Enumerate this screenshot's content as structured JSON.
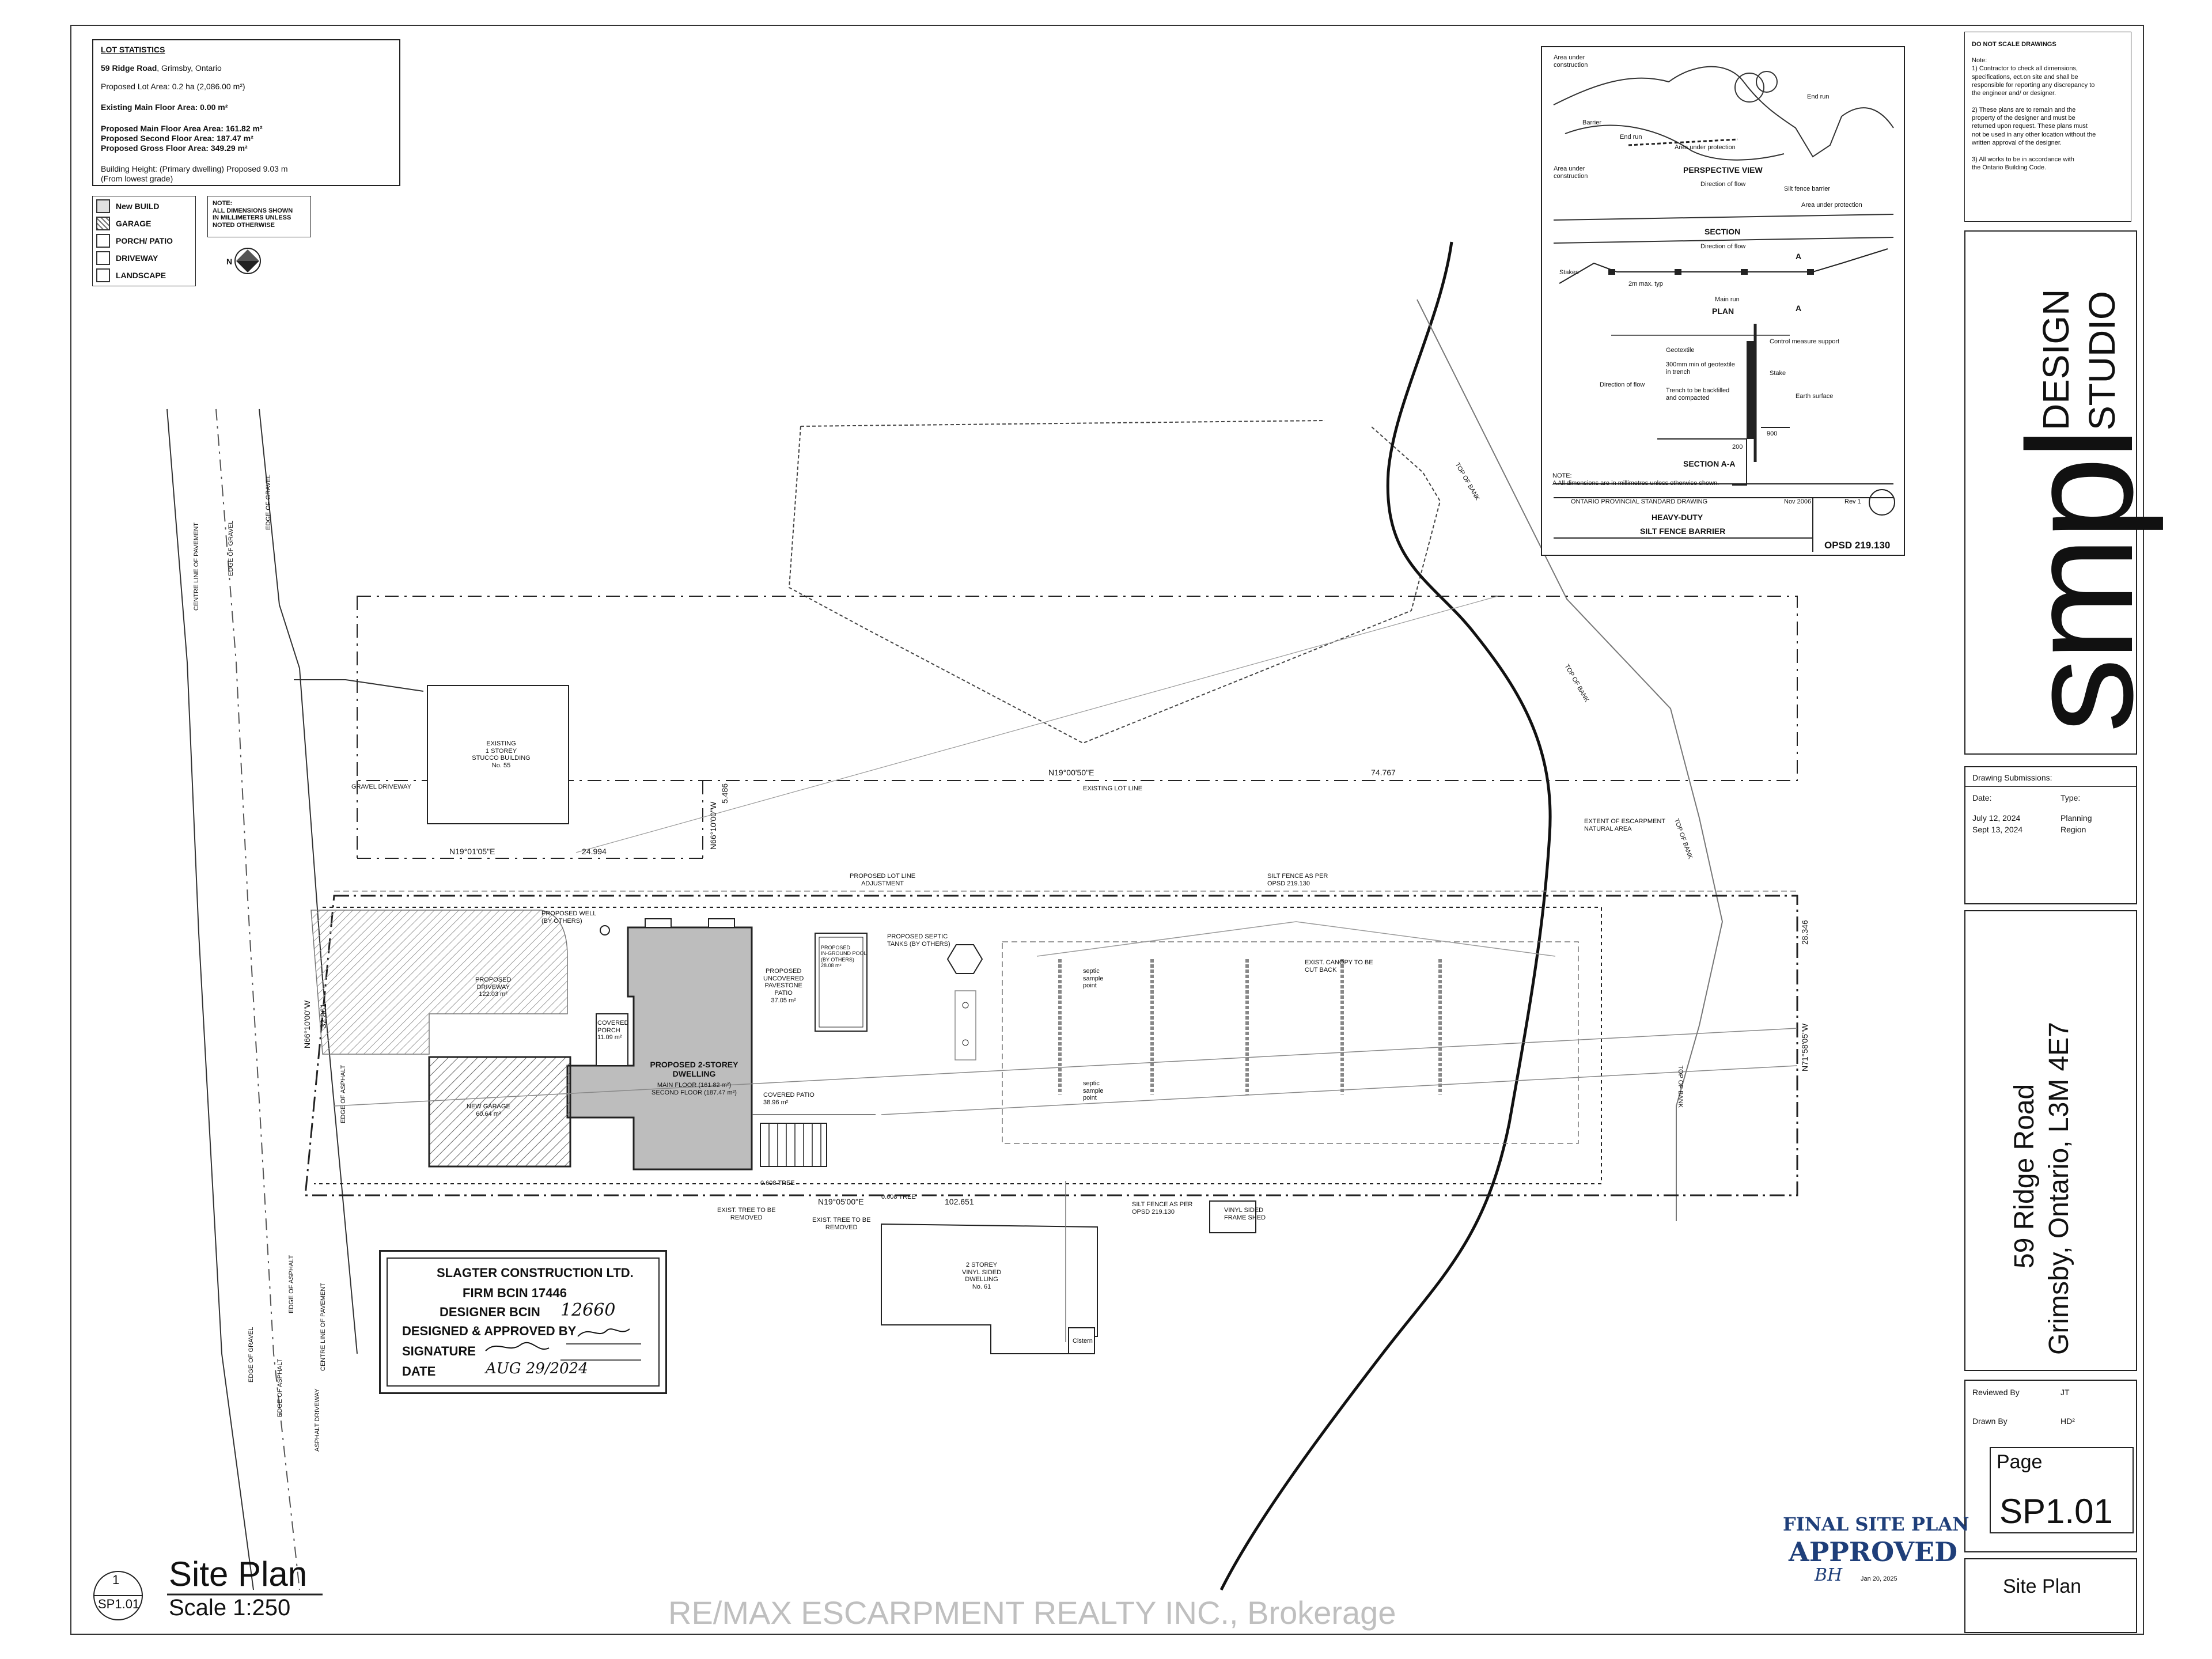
{
  "lot_stats": {
    "title": "LOT STATISTICS",
    "address_bold": "59 Ridge Road",
    "address_rest": ", Grimsby, Ontario",
    "lot_area": "Proposed Lot Area: 0.2 ha (2,086.00 m²)",
    "existing_main": "Existing Main Floor Area: 0.00 m²",
    "proposed_main": "Proposed Main Floor Area Area: 161.82 m²",
    "proposed_second": "Proposed Second Floor Area: 187.47 m²",
    "proposed_gross": "Proposed Gross Floor Area: 349.29 m²",
    "building_height": "Building Height: (Primary dwelling) Proposed 9.03 m",
    "from_grade": "(From lowest grade)"
  },
  "legend": {
    "items": [
      "New BUILD",
      "GARAGE",
      "PORCH/ PATIO",
      "DRIVEWAY",
      "LANDSCAPE"
    ],
    "note": "NOTE:\nALL DIMENSIONS SHOWN\nIN MILLIMETERS UNLESS\nNOTED OTHERWISE",
    "north_label": "N"
  },
  "detail": {
    "area_under_construction": "Area under construction",
    "area_under_protection": "Area under protection",
    "barrier": "Barrier",
    "end_run": "End run",
    "perspective_view": "PERSPECTIVE VIEW",
    "direction_of_flow": "Direction of flow",
    "silt_fence_barrier": "Silt fence barrier",
    "section": "SECTION",
    "plan": "PLAN",
    "main_run": "Main run",
    "stakes": "Stakes",
    "spacing": "2m max. typ",
    "geotextile": "Geotextile",
    "control_support": "Control measure support",
    "min_geotextile": "300mm min of geotextile in trench",
    "stake": "Stake",
    "trench": "Trench to be backfilled and compacted",
    "earth_surface": "Earth surface",
    "section_aa": "SECTION A-A",
    "note": "NOTE:\nA  All dimensions are in millimetres unless otherwise shown.",
    "standard": "ONTARIO PROVINCIAL STANDARD DRAWING",
    "date": "Nov 2006",
    "rev": "Rev 1",
    "title1": "HEAVY-DUTY",
    "title2": "SILT FENCE BARRIER",
    "code": "OPSD 219.130",
    "dim_200": "200",
    "dim_900": "900",
    "label_a": "A"
  },
  "notes": {
    "title": "DO NOT SCALE DRAWINGS",
    "body": "Note:\n1)     Contractor to check all dimensions,\nspecifications, ect.on site and shall be\nresponsible for reporting any discrepancy to\nthe engineer and/ or designer.\n\n2)     These plans are to remain and the\nproperty of the designer and must be\nreturned upon request. These plans must\nnot be used in any other location without the\nwritten approval of the designer.\n\n3)     All works to be in accordance with\nthe Ontario Building Code."
  },
  "brand": {
    "logo": "smpl",
    "design": "DESIGN",
    "studio": "STUDIO"
  },
  "submissions": {
    "title": "Drawing Submissions:",
    "date_header": "Date:",
    "type_header": "Type:",
    "rows": [
      {
        "date": "July 12, 2024",
        "type": "Planning"
      },
      {
        "date": "Sept 13, 2024",
        "type": "Region"
      }
    ]
  },
  "address": {
    "line1": "59 Ridge Road",
    "line2": "Grimsby, Ontario, L3M 4E7"
  },
  "reviewed": {
    "reviewed_label": "Reviewed By",
    "reviewed_value": "JT",
    "drawn_label": "Drawn By",
    "drawn_value": "HD²"
  },
  "page": {
    "label": "Page",
    "number": "SP1.01",
    "title": "Site Plan"
  },
  "site_plan_title": {
    "number": "1",
    "sheet": "SP1.01",
    "title": "Site Plan",
    "scale": "Scale 1:250"
  },
  "stamp": {
    "company": "SLAGTER CONSTRUCTION LTD.",
    "firm": "FIRM BCIN 17446",
    "designer": "DESIGNER BCIN",
    "designer_value": "12660",
    "approved": "DESIGNED & APPROVED BY",
    "signature": "SIGNATURE",
    "date": "DATE",
    "date_value": "AUG 29/2024"
  },
  "approval": {
    "line1": "FINAL SITE PLAN",
    "line2": "APPROVED",
    "date": "Jan 20, 2025",
    "initials": "BH"
  },
  "watermark": "RE/MAX ESCARPMENT REALTY INC., Brokerage",
  "plan": {
    "centre_line_pavement": "CENTRE LINE OF PAVEMENT",
    "edge_gravel": "EDGE OF GRAVEL",
    "edge_asphalt": "EDGE OF ASPHALT",
    "top_of_bank": "TOP OF BANK",
    "existing_building": "EXISTING\n1 STOREY\nSTUCCO BUILDING\nNo. 55",
    "gravel_driveway": "GRAVEL DRIVEWAY",
    "bearing_top": "N19°00'50\"E",
    "dist_top": "74.767",
    "existing_lot_line": "EXISTING LOT LINE",
    "bearing_left_top": "N19°01'05\"E",
    "dist_left_top": "24.994",
    "bearing_vert": "N66°10'00\"W",
    "dist_vert": "5.486",
    "proposed_lot_line": "PROPOSED LOT LINE\nADJUSTMENT",
    "silt_fence": "SILT FENCE AS PER\nOPSD 219.130",
    "extent_escarpment": "EXTENT OF ESCARPMENT\nNATURAL AREA",
    "dist_right": "28.346",
    "bearing_right": "N71°58'05\"W",
    "proposed_well": "PROPOSED WELL\n(BY OTHERS)",
    "proposed_driveway": "PROPOSED\nDRIVEWAY\n122.03 m²",
    "covered_porch": "COVERED\nPORCH\n11.09 m²",
    "dwelling": "PROPOSED 2-STOREY\nDWELLING",
    "dwelling_sub": "MAIN FLOOR (161.82 m²)\nSECOND FLOOR (187.47 m²)",
    "new_garage": "NEW GARAGE\n60.64 m²",
    "covered_patio": "COVERED PATIO\n38.96 m²",
    "pavestone": "PROPOSED\nUNCOVERED\nPAVESTONE\nPATIO\n37.05 m²",
    "pool": "PROPOSED\nIN-GROUND POOL\n(BY OTHERS)\n28.08 m²",
    "septic": "PROPOSED SEPTIC\nTANKS (BY OTHERS)",
    "canopy": "EXIST. CANOPY TO BE\nCUT BACK",
    "sample_point": "septic\nsample\npoint",
    "bearing_bottom": "N19°05'00\"E",
    "dist_bottom": "102.651",
    "tree_removed": "EXIST. TREE TO BE\nREMOVED",
    "tree_removed2": "EXIST. TREE TO BE\nREMOVED",
    "tree_label": "0.608 TREE",
    "tree_label2": "0.608 TREE",
    "silt_fence_bottom": "SILT FENCE AS PER\nOPSD 219.130",
    "vinyl_shed": "VINYL SIDED\nFRAME SHED",
    "neighbour": "2 STOREY\nVINYL SIDED\nDWELLING\nNo. 61",
    "cistern": "Cistern",
    "asphalt_driveway": "ASPHALT DRIVEWAY",
    "bearing_left": "N66°10'00\"W",
    "dist_left": "32.861"
  }
}
